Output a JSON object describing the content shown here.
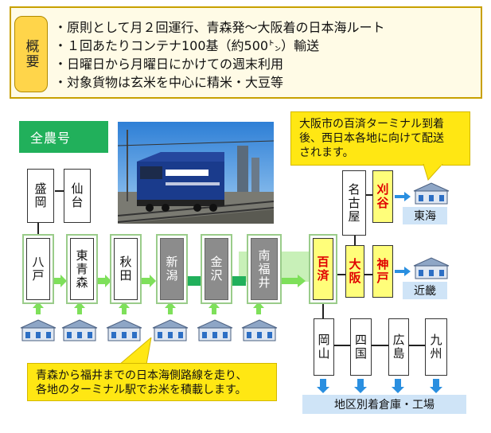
{
  "summary": {
    "tag": "概要",
    "lines": [
      "・原則として月２回運行、青森発～大阪着の日本海ルート",
      "・１回あたりコンテナ100基（約500㌧）輸送",
      "・日曜日から月曜日にかけての週末利用",
      "・対象貨物は玄米を中心に精米・大豆等"
    ]
  },
  "train_name": "全農号",
  "callouts": {
    "osaka": "大阪市の百済ターミナル到着\n後、西日本各地に向けて配送\nされます。",
    "rice": "青森から福井までの日本海側路線を走り、\n各地のターミナル駅でお米を積載します。"
  },
  "stations": {
    "top_left": [
      "盛岡",
      "仙台"
    ],
    "route": [
      "八戸",
      "東青森",
      "秋田",
      "新潟",
      "金沢",
      "南福井",
      "百済",
      "大阪"
    ],
    "nagoya": "名古屋",
    "kariya": "刈谷",
    "kobe": "神戸",
    "bottom": [
      "岡山",
      "四国",
      "広島",
      "九州"
    ]
  },
  "regions": {
    "tokai": "東海",
    "kinki": "近畿",
    "warehouse": "地区別着倉庫・工場"
  },
  "colors": {
    "route_green": "#21b05b",
    "arrow_light_green": "#7ee05a",
    "highlight_yellow": "#fffe7a",
    "callout_yellow": "#ffe713",
    "region_blue": "#cfe4f7",
    "arrow_blue": "#2a8fe0",
    "summary_border": "#c8a000"
  }
}
